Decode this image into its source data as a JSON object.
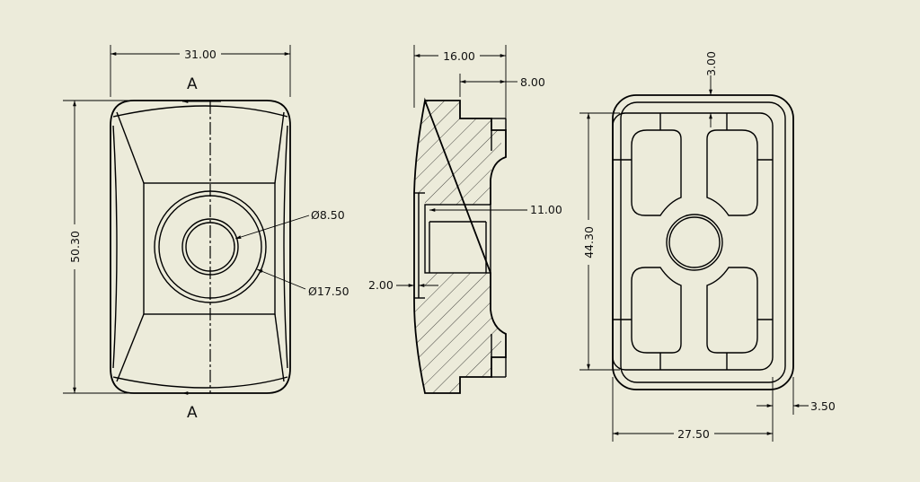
{
  "views": {
    "front": {
      "width": "31.00",
      "height": "50.30",
      "bore_small": "Ø8.50",
      "bore_large": "Ø17.50",
      "section_label": "A"
    },
    "section": {
      "depth": "16.00",
      "step": "8.00",
      "bore_length": "11.00",
      "flange": "2.00"
    },
    "back": {
      "rib": "3.00",
      "inner_height": "44.30",
      "inner_width": "27.50",
      "wall": "3.50"
    }
  },
  "colors": {
    "background": "#ecebda",
    "line": "#000000"
  }
}
